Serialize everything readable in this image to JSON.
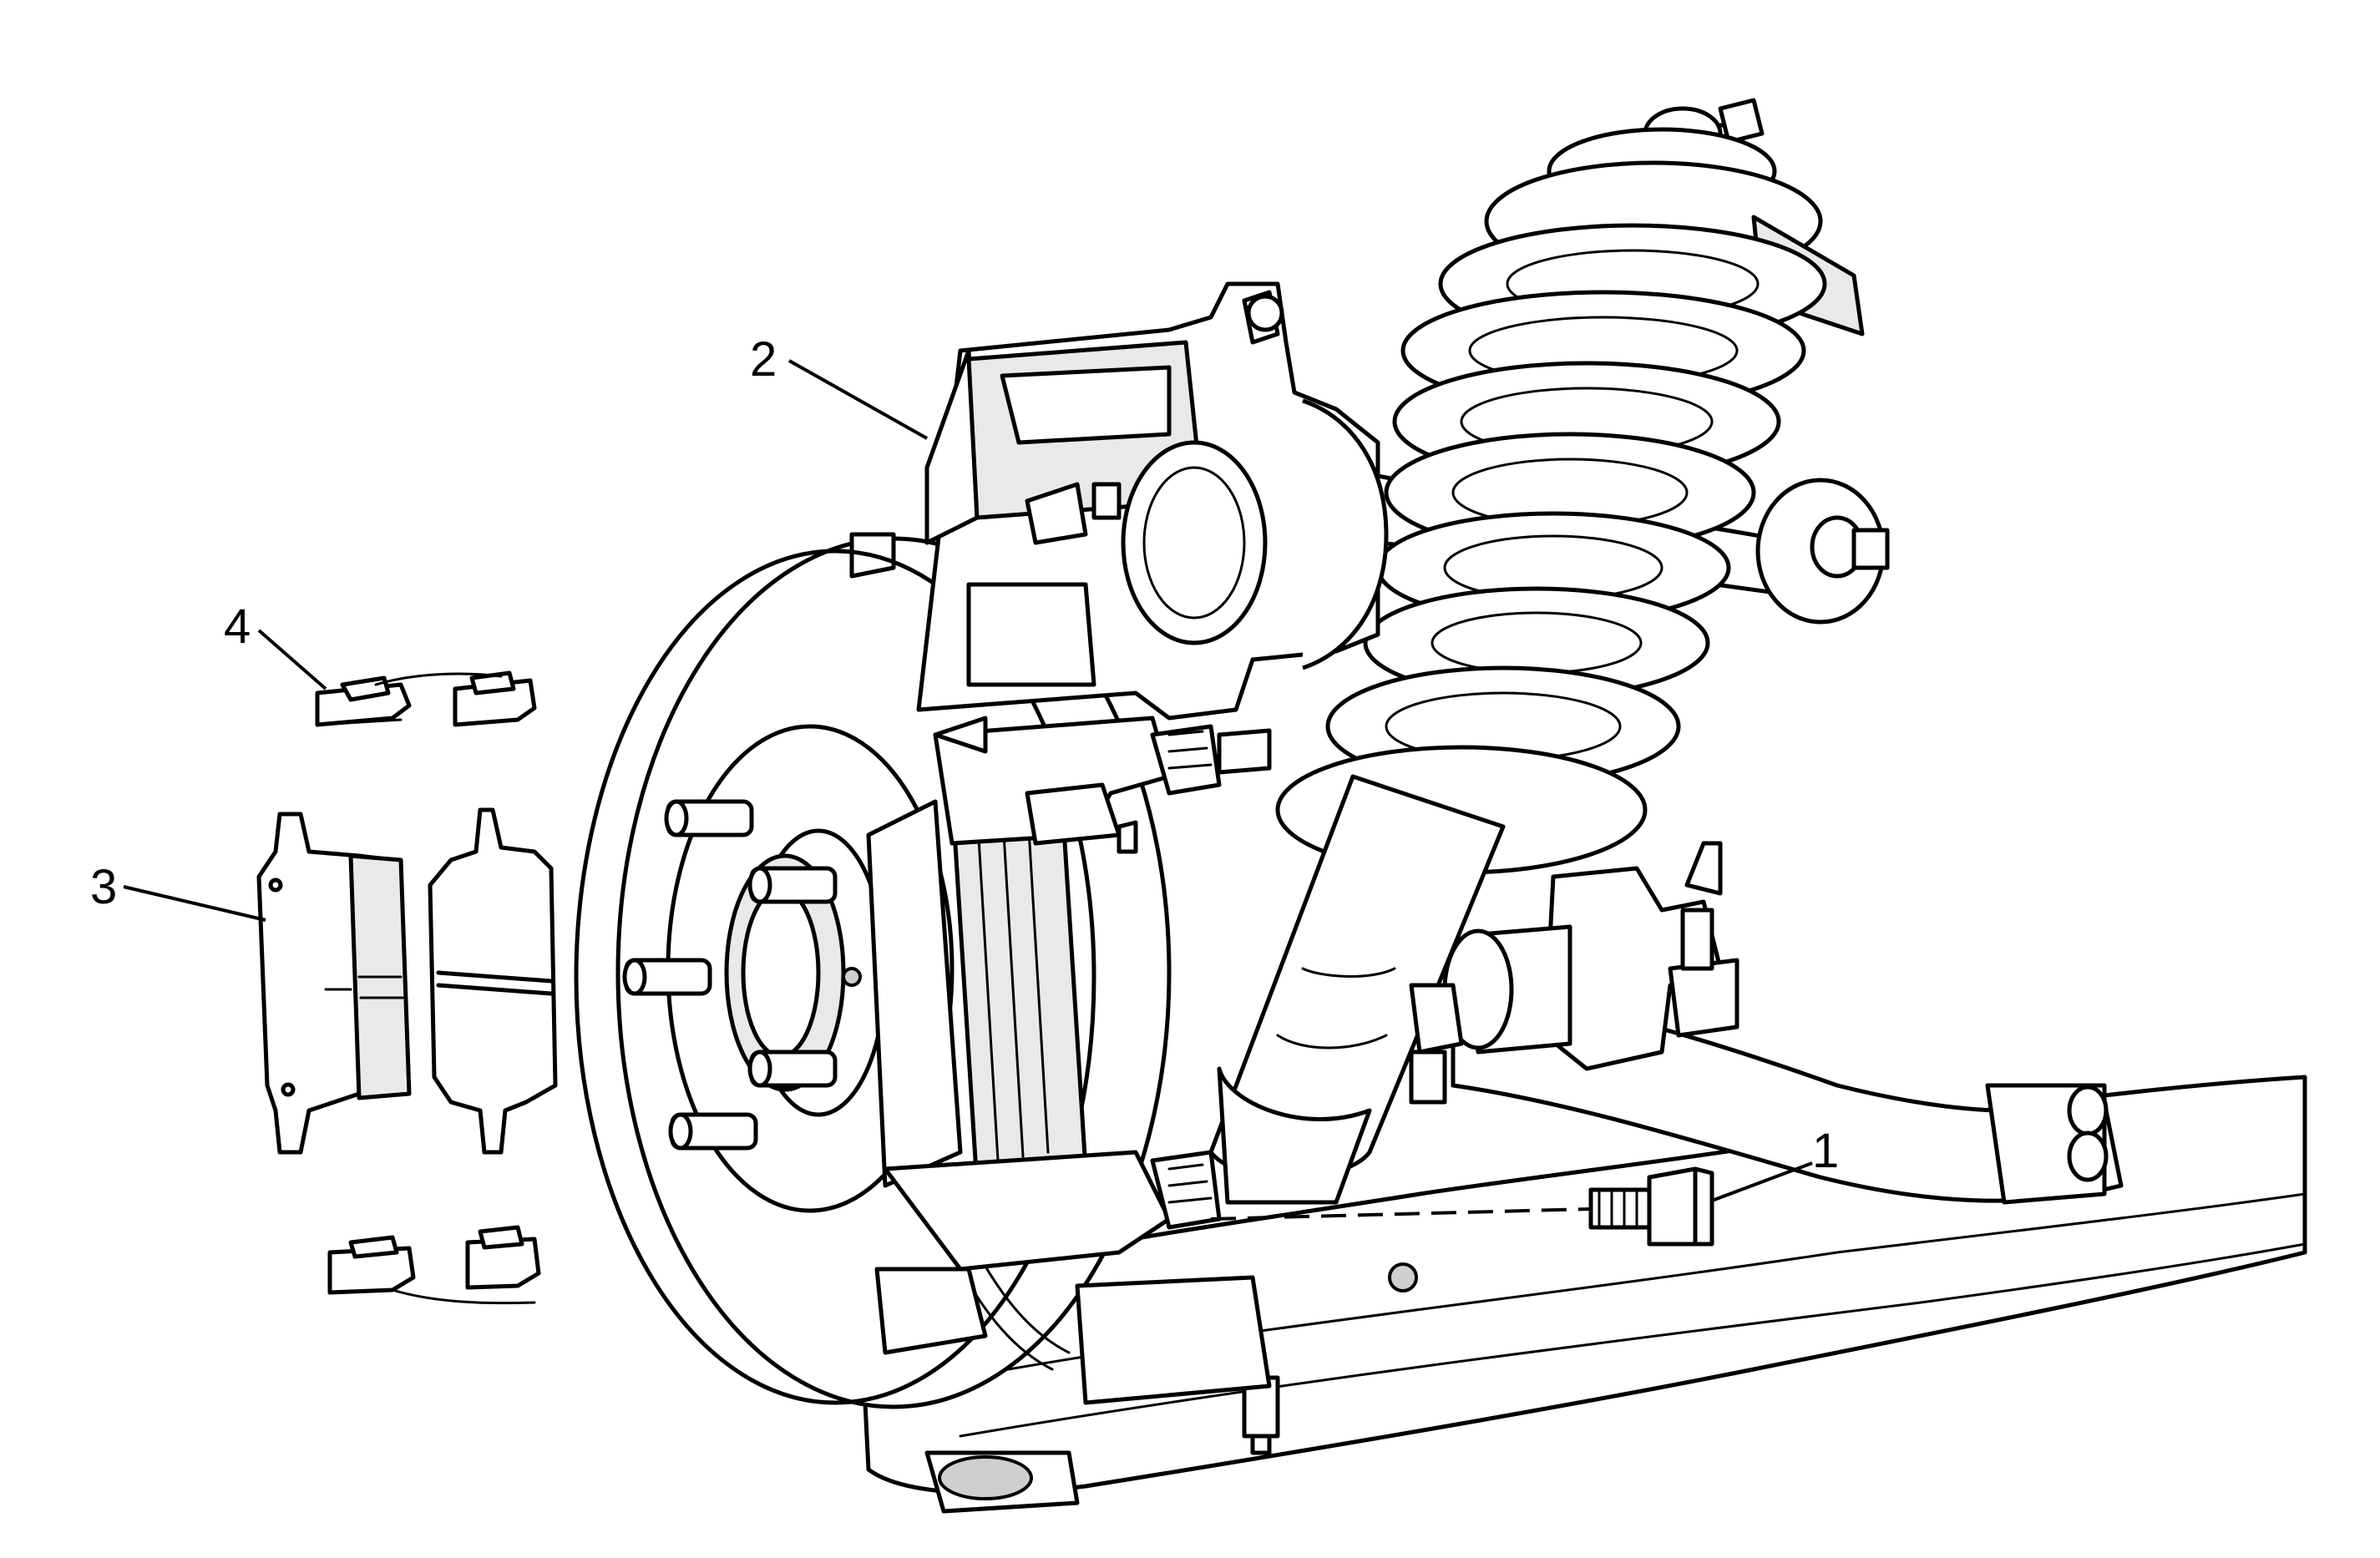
{
  "diagram": {
    "callouts": [
      {
        "id": "1",
        "text": "1",
        "part": "bolt"
      },
      {
        "id": "2",
        "text": "2",
        "part": "caliper"
      },
      {
        "id": "3",
        "text": "3",
        "part": "brake-pads"
      },
      {
        "id": "4",
        "text": "4",
        "part": "pad-retainer-clips"
      }
    ],
    "colors": {
      "line": "#000000",
      "background": "#ffffff",
      "shade": "#e9e9e9"
    }
  }
}
